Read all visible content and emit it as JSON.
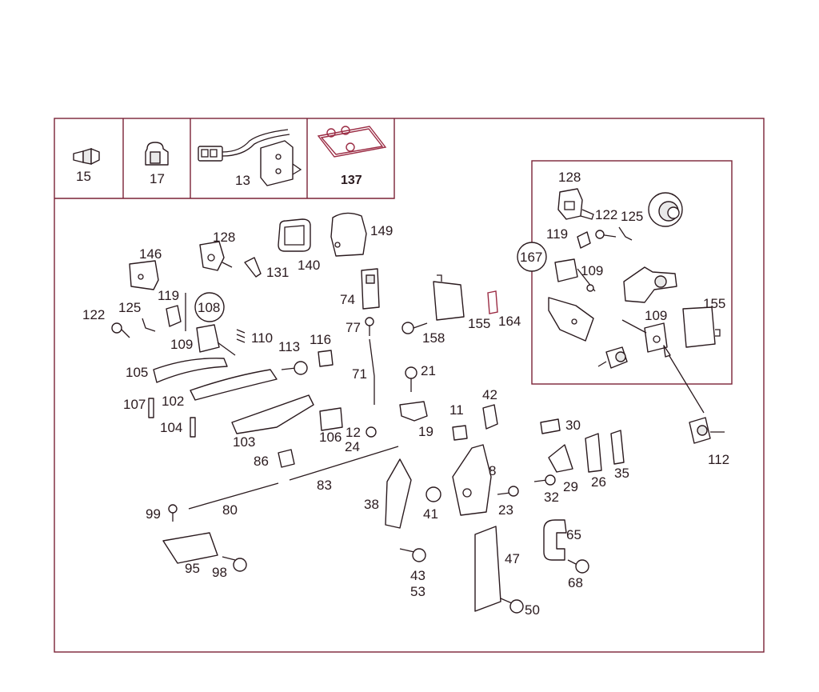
{
  "colors": {
    "frame": "#7a2236",
    "line": "#2a1a1e",
    "accent": "#9b2c44"
  },
  "header_parts": {
    "p15": "15",
    "p17": "17",
    "p13": "13",
    "p137": "137"
  },
  "inset": {
    "callout": "167",
    "labels": {
      "p128": "128",
      "p122": "122",
      "p125": "125",
      "p119": "119",
      "p109a": "109",
      "p109b": "109",
      "p155": "155"
    }
  },
  "callouts": {
    "p108": "108"
  },
  "labels": {
    "p146": "146",
    "p128": "128",
    "p131": "131",
    "p140": "140",
    "p149": "149",
    "p122": "122",
    "p125": "125",
    "p119": "119",
    "p109": "109",
    "p110": "110",
    "p113": "113",
    "p116": "116",
    "p74": "74",
    "p77": "77",
    "p71": "71",
    "p155": "155",
    "p164": "164",
    "p158": "158",
    "p21": "21",
    "p105": "105",
    "p107": "107",
    "p102": "102",
    "p104": "104",
    "p103": "103",
    "p106": "106",
    "p12": "12",
    "p24": "24",
    "p19": "19",
    "p11": "11",
    "p42": "42",
    "p8": "8",
    "p30": "30",
    "p29": "29",
    "p26": "26",
    "p35": "35",
    "p32": "32",
    "p23": "23",
    "p41": "41",
    "p86": "86",
    "p83": "83",
    "p80": "80",
    "p99": "99",
    "p38": "38",
    "p95": "95",
    "p98": "98",
    "p43": "43",
    "p53": "53",
    "p47": "47",
    "p50": "50",
    "p65": "65",
    "p68": "68",
    "p112": "112"
  }
}
